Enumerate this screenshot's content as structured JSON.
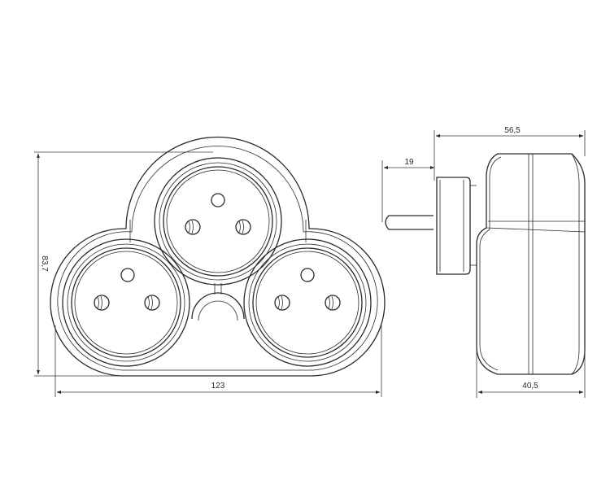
{
  "dimensions": {
    "height_label": "83,7",
    "width_label": "123",
    "depth_label": "56,5",
    "pin_label": "19",
    "body_label": "40,5"
  }
}
